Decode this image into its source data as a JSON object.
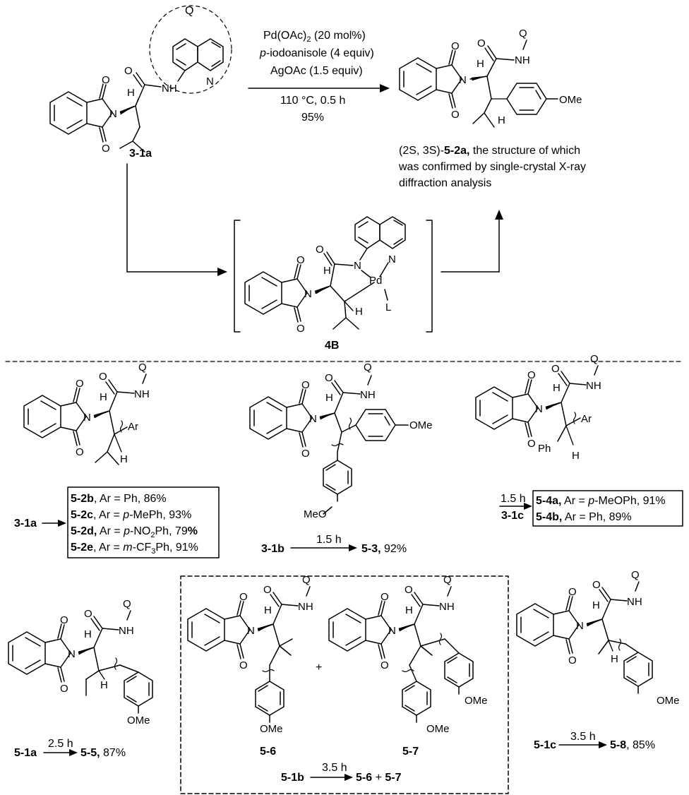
{
  "scheme": {
    "q_label": "Q",
    "conditions": {
      "line1": "Pd(OAc)",
      "line1_sub": "2",
      "line1_rest": " (20 mol%)",
      "line2_prefix": "p",
      "line2_rest": "-iodoanisole (4 equiv)",
      "line3": "AgOAc (1.5 equiv)",
      "line4": "110 °C, 0.5 h",
      "line5": "95%"
    },
    "sm_label": "3-1a",
    "product_note": {
      "line1_pre": "(2S, 3S)-",
      "line1_bold": "5-2a,",
      "line1_post": " the structure of which",
      "line2": "was confirmed by single-crystal X-ray",
      "line3": "diffraction analysis"
    },
    "intermediate_label": "4B",
    "atoms": {
      "O": "O",
      "N": "N",
      "H": "H",
      "NH": "NH",
      "Q": "Q",
      "OMe": "OMe",
      "MeO": "MeO",
      "Pd": "Pd",
      "L": "L",
      "Ar": "Ar",
      "Ph": "Ph"
    },
    "plus": "+",
    "row1": {
      "substrate_left": "3-1a",
      "box_items": [
        {
          "bold": "5-2b",
          "rest": ", Ar = Ph, 86%"
        },
        {
          "bold": "5-2c",
          "rest": ", Ar = ",
          "it": "p",
          "rest2": "-MePh, 93%"
        },
        {
          "bold": "5-2d,",
          "rest": " Ar = ",
          "it": "p",
          "rest2": "-NO",
          "sub": "2",
          "rest3": "Ph, 79",
          "bold2": "%"
        },
        {
          "bold": "5-2e",
          "rest": ", Ar = ",
          "it": "m",
          "rest2": "-CF",
          "sub": "3",
          "rest3": "Ph, 91%"
        }
      ],
      "mid_substrate": "3-1b",
      "mid_time": "1.5 h",
      "mid_product": "5-3,",
      "mid_yield": " 92%",
      "right_time": "1.5 h",
      "right_substrate": "3-1c",
      "right_box": [
        {
          "bold": "5-4a,",
          "rest": " Ar = ",
          "it": "p",
          "rest2": "-MeOPh, 91%"
        },
        {
          "bold": "5-4b,",
          "rest": " Ar = Ph, 89%"
        }
      ]
    },
    "row2": {
      "left_substrate": "5-1a",
      "left_time": "2.5 h",
      "left_product": "5-5,",
      "left_yield": " 87%",
      "mid_label_a": "5-6",
      "mid_label_b": "5-7",
      "mid_substrate": "5-1b",
      "mid_time": "3.5 h",
      "mid_product_a": "5-6",
      "mid_plus": " + ",
      "mid_product_b": "5-7",
      "right_substrate": "5-1c",
      "right_time": "3.5 h",
      "right_product": "5-8",
      "right_yield": ", 85%"
    }
  }
}
